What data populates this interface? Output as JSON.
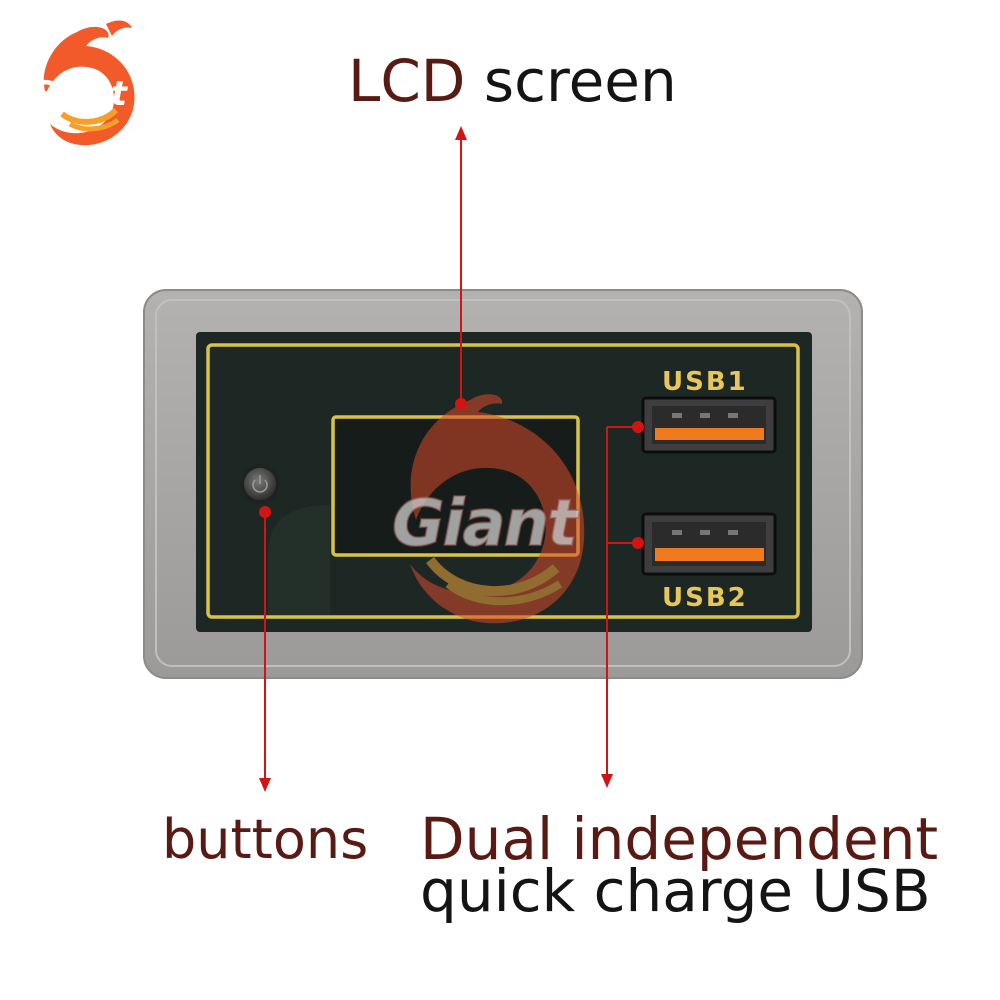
{
  "brand": {
    "logo_text": "Giant",
    "watermark_text": "Giant"
  },
  "callouts": {
    "lcd_screen": {
      "word1": "LCD",
      "word2": " screen"
    },
    "buttons": "buttons",
    "usb_line1": "Dual independent",
    "usb_line2": "quick charge USB"
  },
  "panel": {
    "usb1_label": "USB1",
    "usb2_label": "USB2"
  },
  "colors": {
    "callout_dark_red": "#5a1a14",
    "arrow_red": "#d21414",
    "gold_border": "#d9c24a",
    "panel_dark": "#1f2b26",
    "bezel_gray": "#a6a4a3",
    "usb_orange": "#f07a1c"
  },
  "icons": [
    "giant-fish-logo-icon",
    "power-button-icon",
    "usb-port-icon"
  ]
}
